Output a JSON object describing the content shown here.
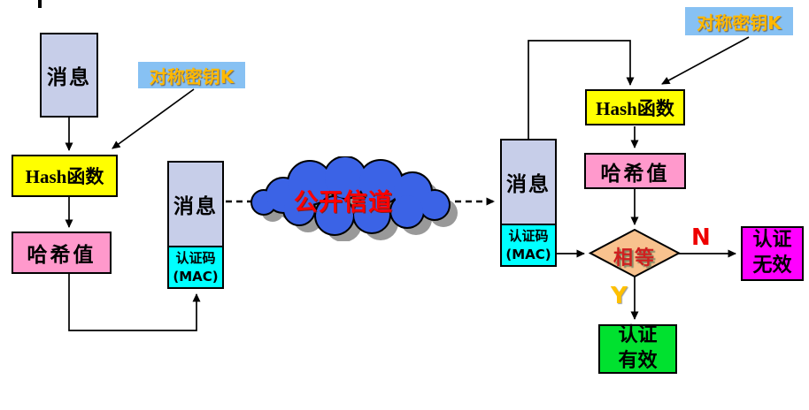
{
  "diagram": {
    "title_hint": "MAC message authentication flow",
    "sender": {
      "message": "消息",
      "key_label": "对称密钥K",
      "hash_fn": "Hash函数",
      "hash_value": "哈希值",
      "mac_line1": "认证码",
      "mac_line2": "(MAC)"
    },
    "channel": {
      "label": "公开信道"
    },
    "receiver": {
      "message": "消息",
      "key_label": "对称密钥K",
      "hash_fn": "Hash函数",
      "hash_value": "哈希值",
      "mac_line1": "认证码",
      "mac_line2": "(MAC)",
      "compare": "相等",
      "branch_no": "N",
      "branch_yes": "Y",
      "invalid_line1": "认证",
      "invalid_line2": "无效",
      "valid_line1": "认证",
      "valid_line2": "有效"
    },
    "colors": {
      "message_fill": "#c7cee9",
      "hash_fn_fill": "#ffff00",
      "hash_value_fill": "#ff99cc",
      "mac_fill": "#00ffff",
      "key_fill": "#87c1f3",
      "key_text": "#ffb800",
      "cloud_fill": "#3b63e6",
      "cloud_shadow": "#999999",
      "channel_text": "#ff0000",
      "diamond_fill": "#f8c28e",
      "invalid_fill": "#ff00ff",
      "valid_fill": "#00e12f",
      "branch_no_color": "#ee0000",
      "branch_yes_color": "#ffc000"
    }
  }
}
